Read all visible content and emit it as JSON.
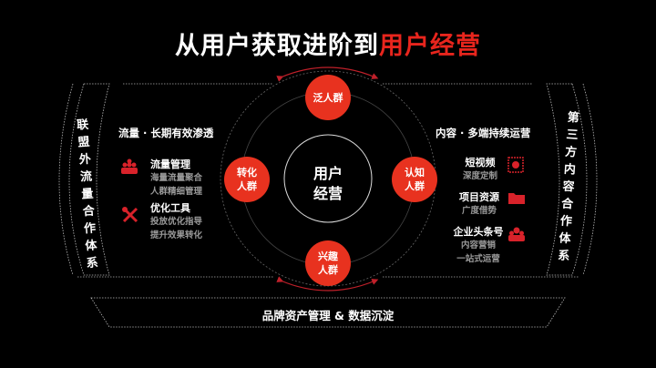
{
  "title": {
    "white_part": "从用户获取进阶到",
    "red_part": "用户经营"
  },
  "left_panel": {
    "vertical_label": "联盟外流量合作体系"
  },
  "right_panel": {
    "vertical_label": "第三方内容合作体系"
  },
  "center": {
    "label_line1": "用户",
    "label_line2": "经营"
  },
  "nodes": {
    "top": {
      "label": "泛人群"
    },
    "right": {
      "line1": "认知",
      "line2": "人群"
    },
    "bottom": {
      "line1": "兴趣",
      "line2": "人群"
    },
    "left": {
      "line1": "转化",
      "line2": "人群"
    }
  },
  "left_section": {
    "heading": "流量 · 长期有效渗透",
    "items": [
      {
        "icon": "people-group-icon",
        "title": "流量管理",
        "subs": [
          "海量流量聚合",
          "人群精细管理"
        ]
      },
      {
        "icon": "tools-icon",
        "title": "优化工具",
        "subs": [
          "投放优化指导",
          "提升效果转化"
        ]
      }
    ]
  },
  "right_section": {
    "heading": "内容 · 多端持续运营",
    "items": [
      {
        "icon": "film-icon",
        "title": "短视频",
        "subs": [
          "深度定制"
        ]
      },
      {
        "icon": "folder-icon",
        "title": "项目资源",
        "subs": [
          "广度借势"
        ]
      },
      {
        "icon": "people-icon",
        "title": "企业头条号",
        "subs": [
          "内容营销",
          "一站式运营"
        ]
      }
    ]
  },
  "bottom_bar": {
    "label": "品牌资产管理 & 数据沉淀"
  },
  "colors": {
    "accent": "#e8321f",
    "background": "#000000",
    "muted_text": "#9a9a9a"
  }
}
